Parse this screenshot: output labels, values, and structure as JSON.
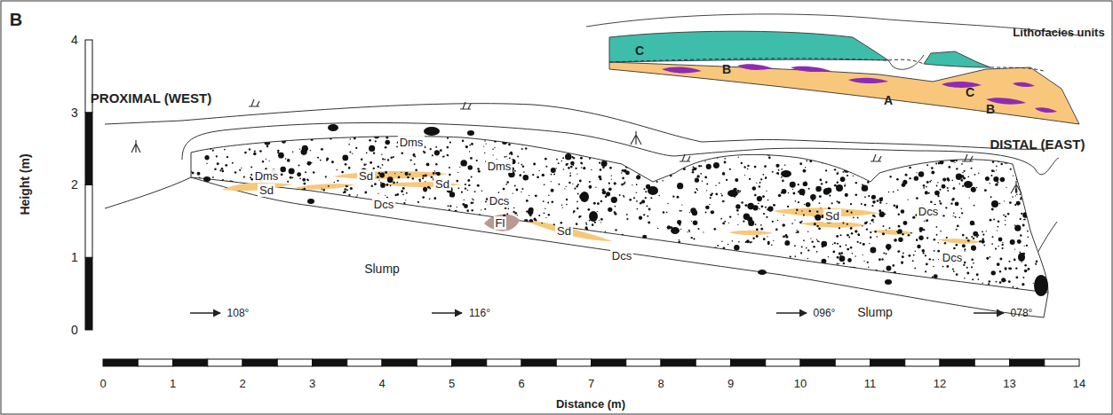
{
  "diagram": {
    "labels": [
      "B",
      "Lithofacies units",
      "C",
      "B",
      "A",
      "B",
      "C",
      "4",
      "3",
      "2",
      "1",
      "0",
      "Height (m)",
      "PROXIMAL (WEST)",
      "DISTAL (EAST)",
      "Dms",
      "Dms",
      "Dms",
      "Sd",
      "Sd",
      "Sd",
      "Dcs",
      "Dcs",
      "Fl",
      "Sd",
      "Dcs",
      "Sd",
      "Dcs",
      "Dcs",
      "Slump",
      "Slump",
      "108°",
      "116°",
      "096°",
      "078°",
      "0",
      "1",
      "2",
      "3",
      "4",
      "5",
      "6",
      "7",
      "8",
      "9",
      "10",
      "11",
      "12",
      "13",
      "14",
      "Distance (m)"
    ]
  }
}
